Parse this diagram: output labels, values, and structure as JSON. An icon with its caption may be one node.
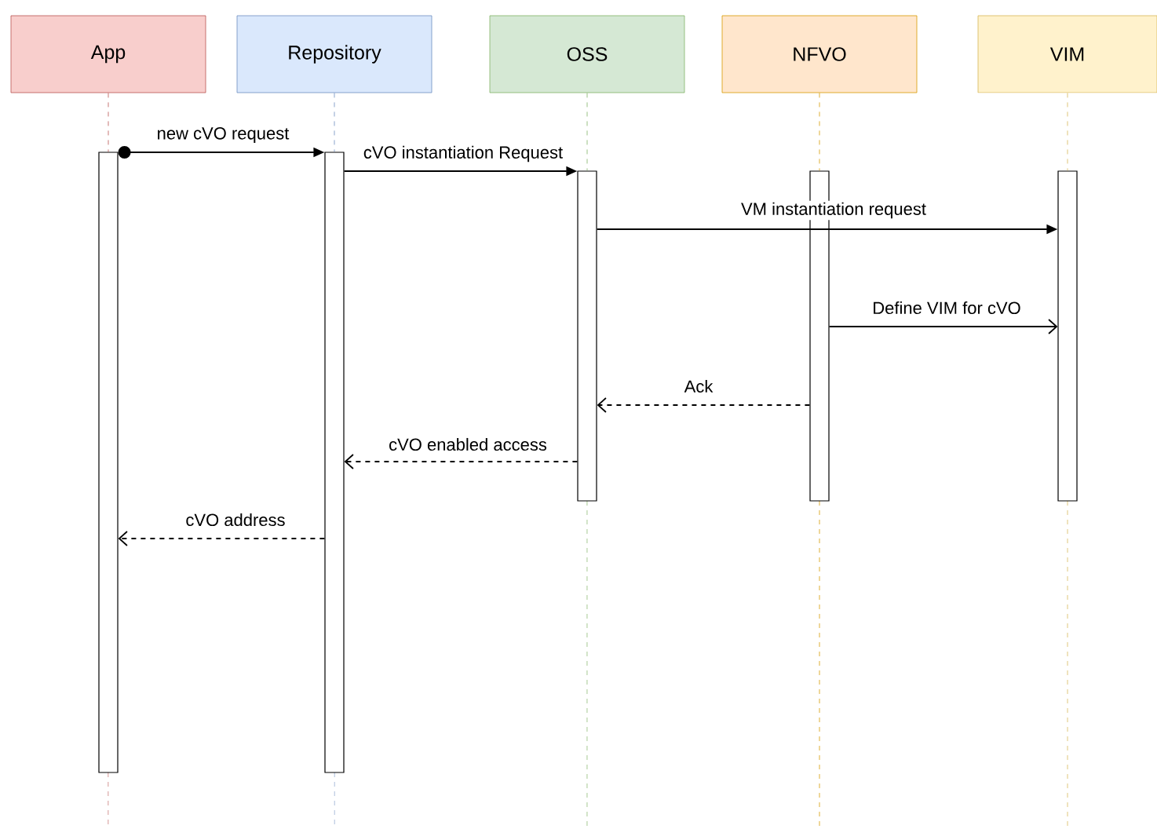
{
  "diagram": {
    "nodes": [
      {
        "text": [
          "App"
        ]
      },
      {
        "text": [
          "Repository"
        ]
      },
      {
        "text": [
          "OSS"
        ]
      },
      {
        "text": [
          "NFVO"
        ]
      },
      {
        "text": [
          "VIM"
        ]
      },
      {
        "text": [],
        "shape": "bar"
      },
      {
        "text": [],
        "shape": "bar"
      },
      {
        "text": [],
        "shape": "bar"
      },
      {
        "text": [],
        "shape": "bar"
      },
      {
        "text": [],
        "shape": "bar"
      }
    ],
    "edges": [
      {
        "from": 5,
        "to": 6,
        "arrow": "to",
        "label": "new cVO request"
      },
      {
        "from": 6,
        "to": 7,
        "arrow": "to",
        "label": "cVO instantiation Request"
      },
      {
        "from": 7,
        "to": 9,
        "arrow": "to",
        "label": "VM instantiation request"
      },
      {
        "from": 8,
        "to": 9,
        "arrow": "to",
        "label": "Define VIM for cVO"
      },
      {
        "from": 8,
        "to": 7,
        "arrow": "to",
        "label": "Ack",
        "style": "dashed"
      },
      {
        "from": 7,
        "to": 6,
        "arrow": "to",
        "label": "cVO enabled access",
        "style": "dashed"
      },
      {
        "from": 6,
        "to": 5,
        "arrow": "to",
        "label": "cVO address",
        "style": "dashed"
      },
      {
        "from": 0,
        "to": 5,
        "arrow": "none",
        "style": "dashed",
        "color": "#b85450"
      },
      {
        "from": 1,
        "to": 6,
        "arrow": "none",
        "style": "dashed",
        "color": "#6c8ebf"
      },
      {
        "from": 2,
        "to": 7,
        "arrow": "none",
        "style": "dashed",
        "color": "#82b366"
      },
      {
        "from": 3,
        "to": 8,
        "arrow": "none",
        "style": "dashed",
        "color": "#d79b00"
      },
      {
        "from": 4,
        "to": 9,
        "arrow": "none",
        "style": "dashed",
        "color": "#d6b656"
      }
    ]
  }
}
